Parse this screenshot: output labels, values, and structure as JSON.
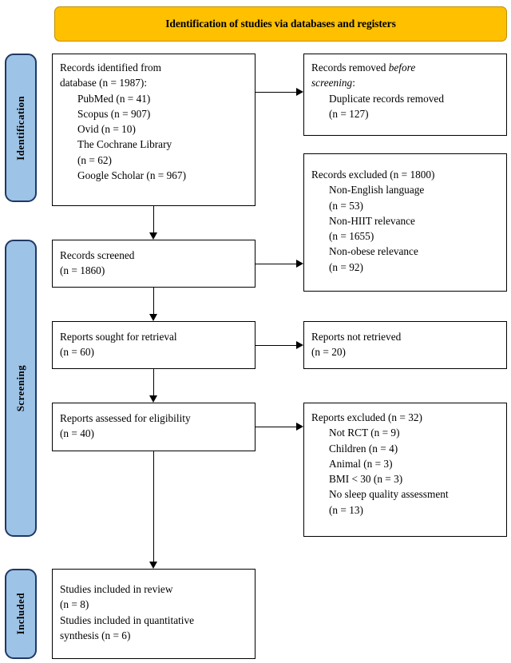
{
  "banner": {
    "label": "Identification of studies via databases and registers",
    "color": "#FFC000"
  },
  "phases": [
    {
      "label": "Identification",
      "color": "#9DC3E6"
    },
    {
      "label": "Screening",
      "color": "#9DC3E6"
    },
    {
      "label": "Included",
      "color": "#9DC3E6"
    }
  ],
  "boxes": {
    "records_identified": {
      "lines": [
        {
          "text": "Records identified from",
          "indent": false
        },
        {
          "text": "database (n = 1987):",
          "indent": false
        },
        {
          "text": "PubMed (n = 41)",
          "indent": true
        },
        {
          "text": "Scopus (n = 907)",
          "indent": true
        },
        {
          "text": "Ovid (n = 10)",
          "indent": true
        },
        {
          "text": "The Cochrane Library",
          "indent": true
        },
        {
          "text": "(n = 62)",
          "indent": true
        },
        {
          "text": "Google Scholar (n = 967)",
          "indent": true
        }
      ]
    },
    "records_removed": {
      "lines": [
        {
          "text": "Records removed ",
          "italic_tail": "before",
          "indent": false
        },
        {
          "text_italic": "screening",
          "text_tail": ":",
          "indent": false
        },
        {
          "text": "Duplicate records removed",
          "indent": true
        },
        {
          "text": "(n = 127)",
          "indent": true
        }
      ]
    },
    "records_screened": {
      "lines": [
        {
          "text": "Records screened",
          "indent": false
        },
        {
          "text": "(n = 1860)",
          "indent": false
        }
      ]
    },
    "records_excluded": {
      "lines": [
        {
          "text": "Records excluded (n = 1800)",
          "indent": false
        },
        {
          "text": "Non-English language",
          "indent": true
        },
        {
          "text": "(n = 53)",
          "indent": true
        },
        {
          "text": "Non-HIIT relevance",
          "indent": true
        },
        {
          "text": "(n = 1655)",
          "indent": true
        },
        {
          "text": "Non-obese relevance",
          "indent": true
        },
        {
          "text": "(n = 92)",
          "indent": true
        }
      ]
    },
    "reports_sought": {
      "lines": [
        {
          "text": "Reports sought for retrieval",
          "indent": false
        },
        {
          "text": "(n = 60)",
          "indent": false
        }
      ]
    },
    "reports_not_retrieved": {
      "lines": [
        {
          "text": "Reports not retrieved",
          "indent": false
        },
        {
          "text": "(n = 20)",
          "indent": false
        }
      ]
    },
    "reports_assessed": {
      "lines": [
        {
          "text": "Reports assessed for eligibility",
          "indent": false
        },
        {
          "text": "(n = 40)",
          "indent": false
        }
      ]
    },
    "reports_excluded": {
      "lines": [
        {
          "text": "Reports excluded (n = 32)",
          "indent": false
        },
        {
          "text": "Not RCT (n = 9)",
          "indent": true
        },
        {
          "text": "Children (n = 4)",
          "indent": true
        },
        {
          "text": "Animal (n = 3)",
          "indent": true
        },
        {
          "text": "BMI < 30 (n = 3)",
          "indent": true
        },
        {
          "text": "No sleep quality assessment",
          "indent": true
        },
        {
          "text": "(n = 13)",
          "indent": true
        }
      ]
    },
    "studies_included": {
      "lines": [
        {
          "text": "Studies included in review",
          "indent": false
        },
        {
          "text": "(n = 8)",
          "indent": false
        },
        {
          "text": "Studies included in quantitative",
          "indent": false
        },
        {
          "text": "synthesis (n = 6)",
          "indent": false
        }
      ]
    }
  }
}
